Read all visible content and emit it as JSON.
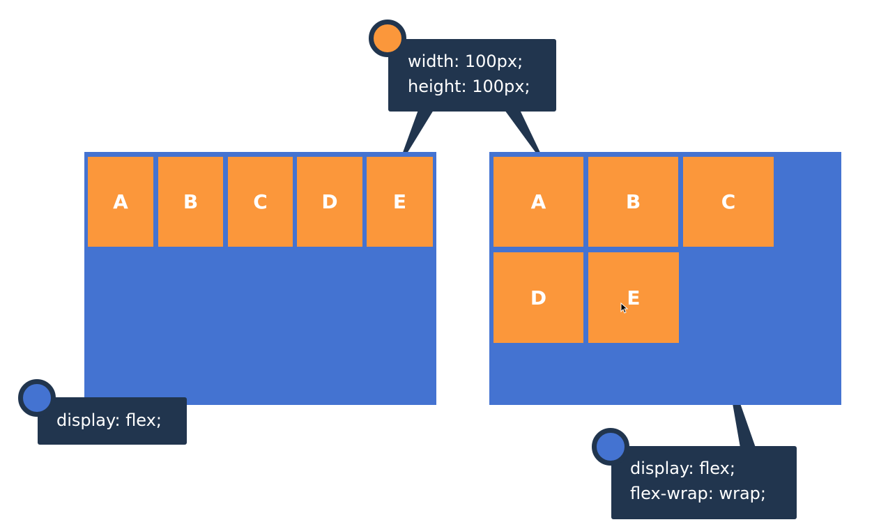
{
  "colors": {
    "container_blue": "#4473d1",
    "item_orange": "#fb973b",
    "callout_navy": "#21354e",
    "dot_orange": "#fb973b",
    "dot_blue": "#4473d1"
  },
  "left_example": {
    "items": [
      "A",
      "B",
      "C",
      "D",
      "E"
    ],
    "callout": {
      "lines": [
        "display: flex;"
      ]
    }
  },
  "right_example": {
    "items": [
      "A",
      "B",
      "C",
      "D",
      "E"
    ],
    "callout": {
      "lines": [
        "display: flex;",
        "flex-wrap: wrap;"
      ]
    }
  },
  "item_size_callout": {
    "lines": [
      "width: 100px;",
      "height: 100px;"
    ]
  }
}
